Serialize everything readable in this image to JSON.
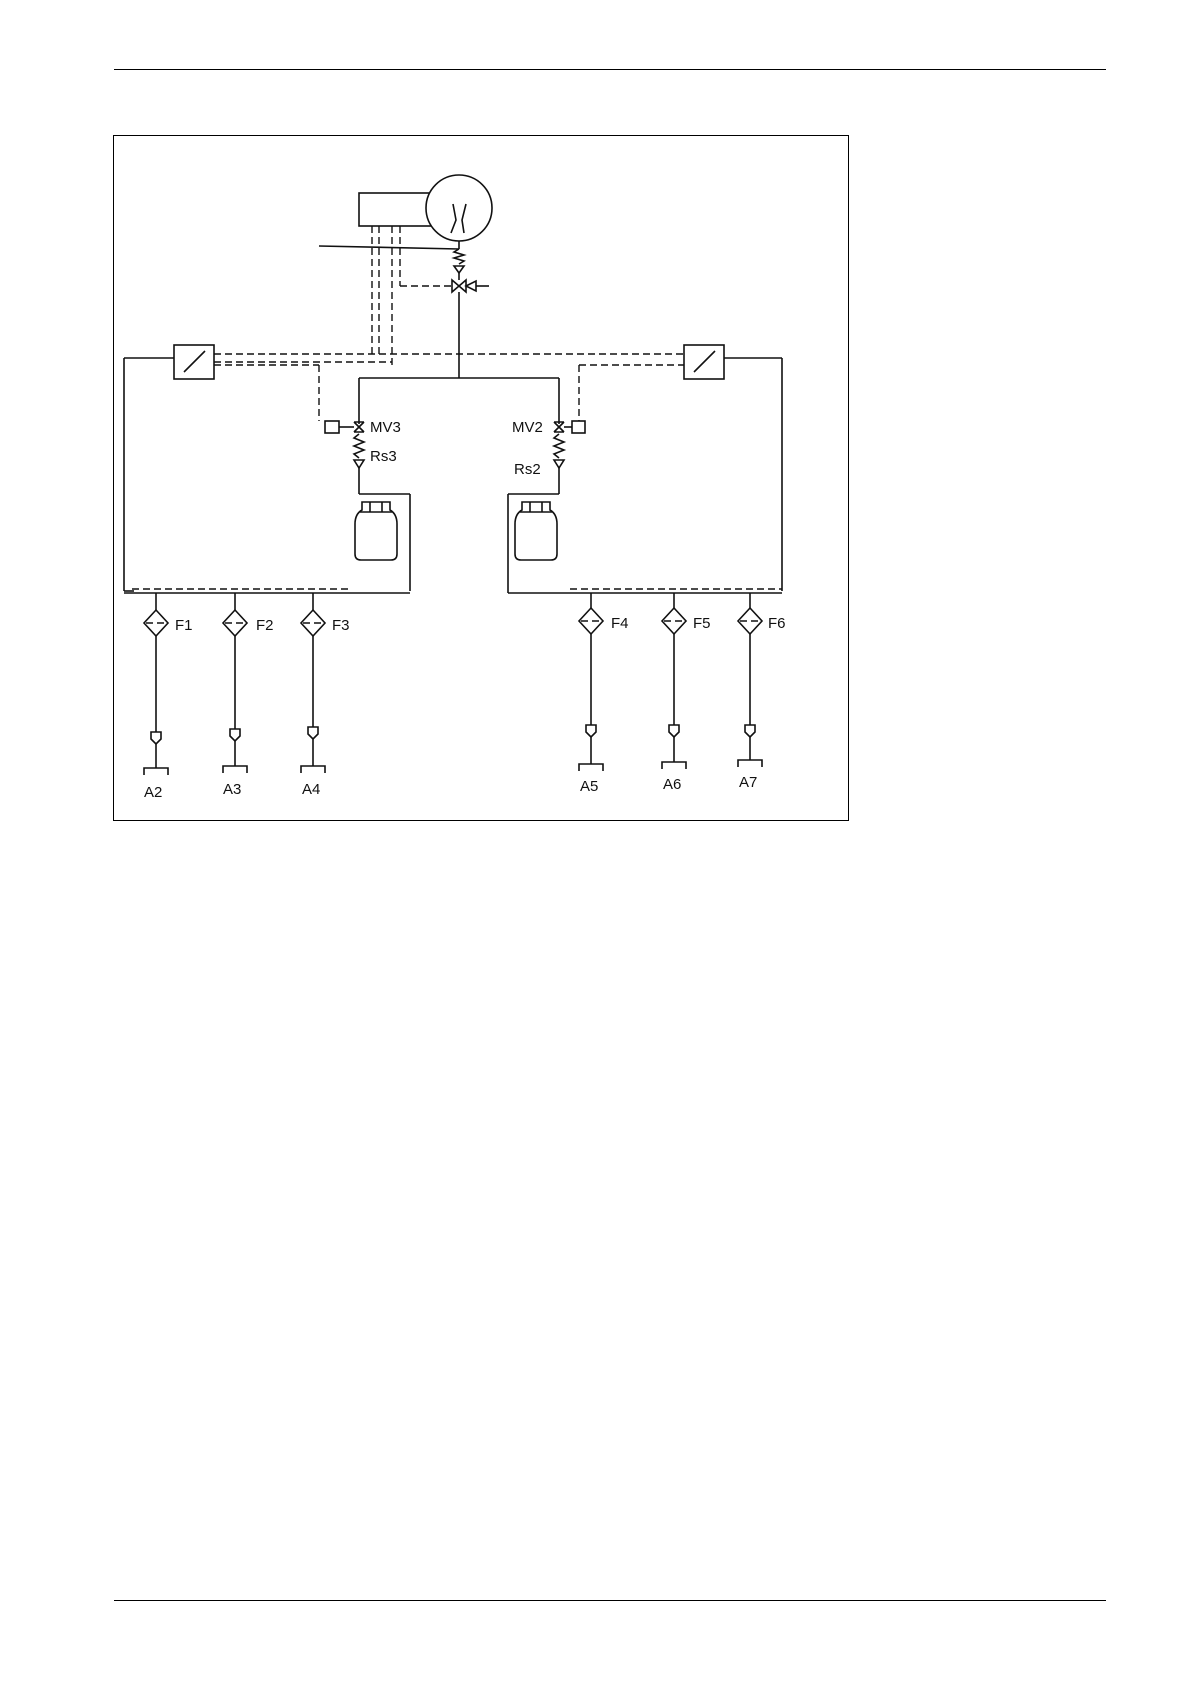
{
  "labels": {
    "valves": [
      "MV3",
      "MV2"
    ],
    "restrictors": [
      "Rs3",
      "Rs2"
    ],
    "filters": [
      "F1",
      "F2",
      "F3",
      "F4",
      "F5",
      "F6"
    ],
    "outlets": [
      "A2",
      "A3",
      "A4",
      "A5",
      "A6",
      "A7"
    ]
  }
}
